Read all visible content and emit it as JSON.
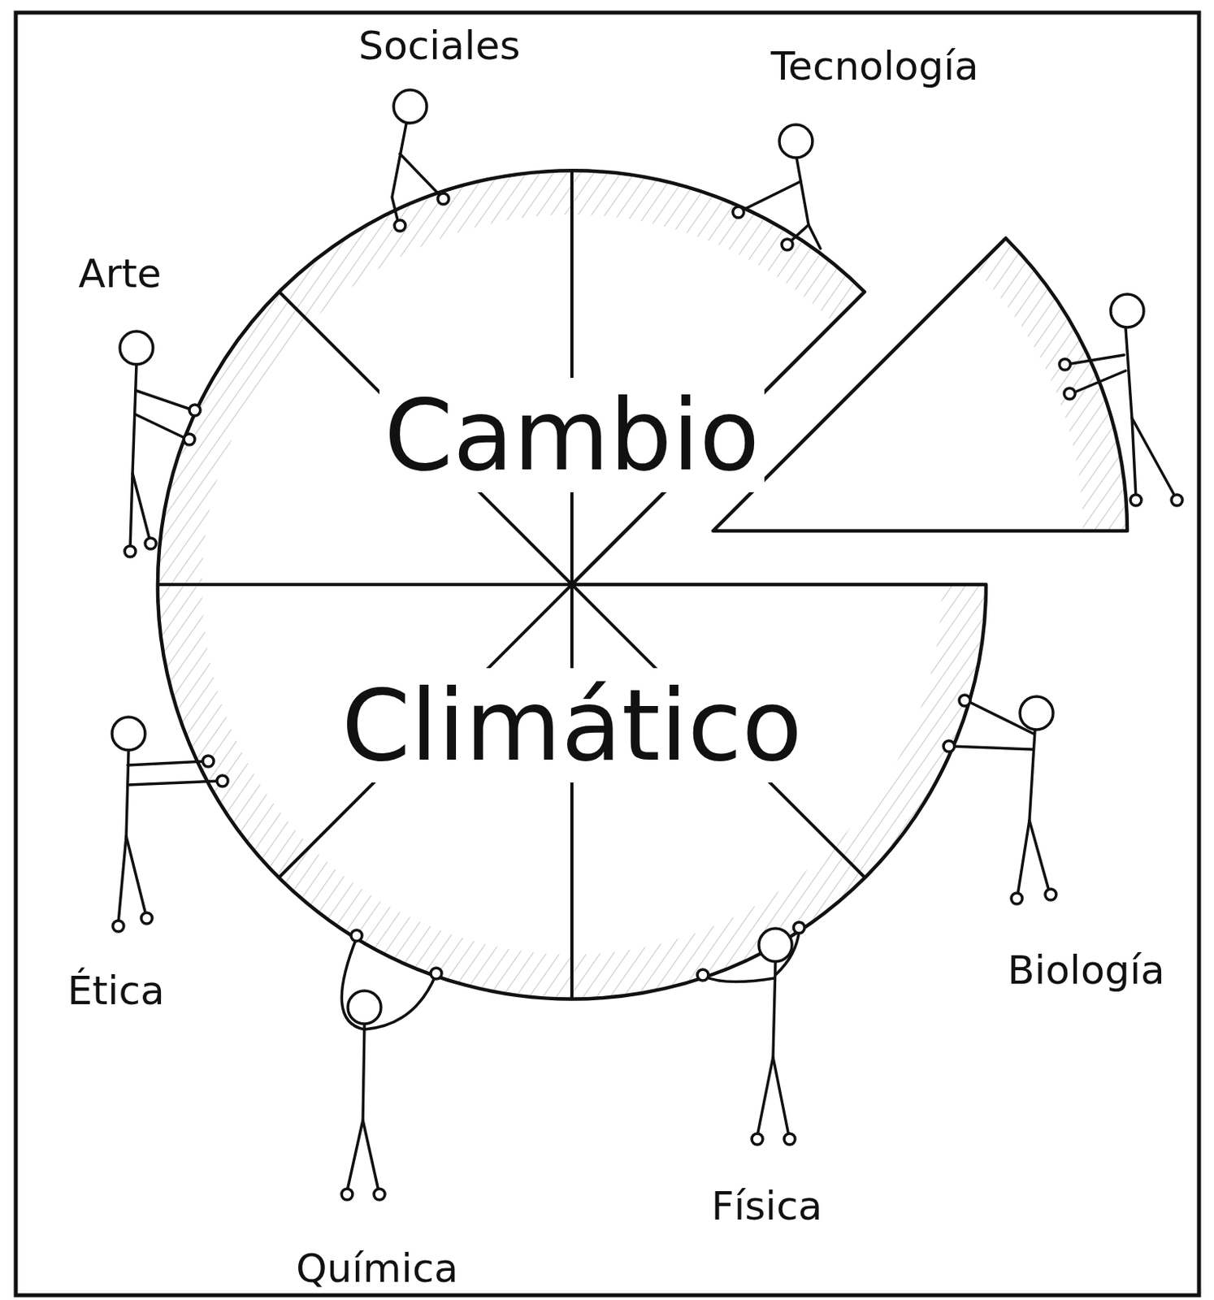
{
  "diagram": {
    "nodes": [
      {
        "text": [
          "Cambio Climático"
        ]
      }
    ],
    "labels": [
      "Sociales",
      "Tecnología",
      "Arte",
      "Biología",
      "Ética",
      "Física",
      "Química"
    ]
  }
}
